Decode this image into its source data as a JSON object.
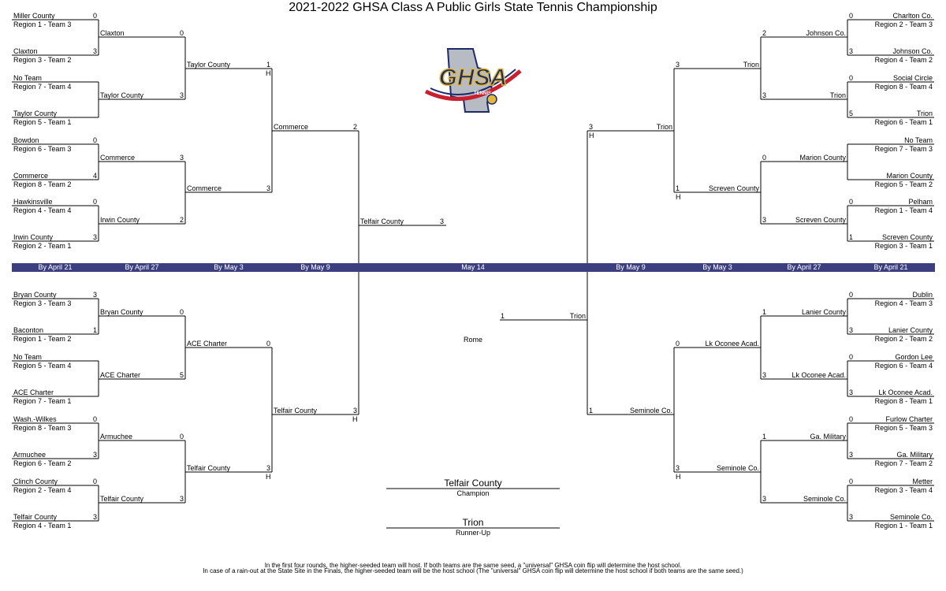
{
  "title": "2021-2022 GHSA Class A Public Girls State Tennis Championship",
  "logo": {
    "text": "GHSA",
    "subtext": "TENNIS",
    "colors": {
      "navy": "#1d2b6b",
      "red": "#c8202f",
      "gold": "#e0b83a",
      "silver": "#b7bcc4"
    }
  },
  "rounds": [
    "By April 21",
    "By April 27",
    "By May 3",
    "By May 9",
    "May 14",
    "By May 9",
    "By May 3",
    "By April 27",
    "By April 21"
  ],
  "band_color": "#3b3f80",
  "left_top": {
    "r1": [
      {
        "team": "Miller County",
        "seed": "Region 1 - Team 3",
        "score": "0"
      },
      {
        "team": "Claxton",
        "seed": "Region 3 - Team 2",
        "score": "3"
      },
      {
        "team": "No Team",
        "seed": "Region 7 - Team 4",
        "score": ""
      },
      {
        "team": "Taylor County",
        "seed": "Region 5 - Team 1",
        "score": ""
      },
      {
        "team": "Bowdon",
        "seed": "Region 6 - Team 3",
        "score": "0"
      },
      {
        "team": "Commerce",
        "seed": "Region 8 - Team 2",
        "score": "4"
      },
      {
        "team": "Hawkinsville",
        "seed": "Region 4 - Team 4",
        "score": "0"
      },
      {
        "team": "Irwin County",
        "seed": "Region 2 - Team 1",
        "score": "3"
      }
    ],
    "r2": [
      {
        "team": "Claxton",
        "score": "0"
      },
      {
        "team": "Taylor County",
        "score": "3"
      },
      {
        "team": "Commerce",
        "score": "3"
      },
      {
        "team": "Irwin County",
        "score": "2"
      }
    ],
    "r3": [
      {
        "team": "Taylor County",
        "score": "1",
        "host": "H"
      },
      {
        "team": "Commerce",
        "score": "3",
        "host": ""
      }
    ],
    "r4": {
      "team": "Commerce",
      "score": "2",
      "host": ""
    }
  },
  "left_bottom": {
    "r1": [
      {
        "team": "Bryan County",
        "seed": "Region 3 - Team 3",
        "score": "3"
      },
      {
        "team": "Baconton",
        "seed": "Region 1 - Team 2",
        "score": "1"
      },
      {
        "team": "No Team",
        "seed": "Region 5 - Team 4",
        "score": ""
      },
      {
        "team": "ACE Charter",
        "seed": "Region 7 - Team 1",
        "score": ""
      },
      {
        "team": "Wash.-Wilkes",
        "seed": "Region 8 - Team 3",
        "score": "0"
      },
      {
        "team": "Armuchee",
        "seed": "Region 6 - Team 2",
        "score": "3"
      },
      {
        "team": "Clinch  County",
        "seed": "Region 2 - Team 4",
        "score": "0"
      },
      {
        "team": "Telfair County",
        "seed": "Region 4 - Team 1",
        "score": "3"
      }
    ],
    "r2": [
      {
        "team": "Bryan County",
        "score": "0"
      },
      {
        "team": "ACE Charter",
        "score": "5"
      },
      {
        "team": "Armuchee",
        "score": "0"
      },
      {
        "team": "Telfair County",
        "score": "3"
      }
    ],
    "r3": [
      {
        "team": "ACE Charter",
        "score": "0",
        "host": ""
      },
      {
        "team": "Telfair County",
        "score": "3",
        "host": "H"
      }
    ],
    "r4": {
      "team": "Telfair County",
      "score": "3",
      "host": "H"
    }
  },
  "right_top": {
    "r1": [
      {
        "team": "Charlton Co.",
        "seed": "Region 2 - Team 3",
        "score": "0"
      },
      {
        "team": "Johnson Co.",
        "seed": "Region 4 - Team 2",
        "score": "3"
      },
      {
        "team": "Social  Circle",
        "seed": "Region  8 - Team 4",
        "score": "0"
      },
      {
        "team": "Trion",
        "seed": "Region 6 - Team 1",
        "score": "5"
      },
      {
        "team": "No Team",
        "seed": "Region 7 - Team 3",
        "score": ""
      },
      {
        "team": "Marion County",
        "seed": "Region 5 - Team 2",
        "score": ""
      },
      {
        "team": "Pelham",
        "seed": "Region 1 - Team 4",
        "score": "0"
      },
      {
        "team": "Screven County",
        "seed": "Region 3 - Team 1",
        "score": "1"
      }
    ],
    "r2": [
      {
        "team": "Johnson Co.",
        "score": "2"
      },
      {
        "team": "Trion",
        "score": "3"
      },
      {
        "team": "Marion County",
        "score": "0"
      },
      {
        "team": "Screven County",
        "score": "3"
      }
    ],
    "r3": [
      {
        "team": "Trion",
        "score": "3",
        "host": ""
      },
      {
        "team": "Screven County",
        "score": "1",
        "host": "H"
      }
    ],
    "r4": {
      "team": "Trion",
      "score": "3",
      "host": "H"
    }
  },
  "right_bottom": {
    "r1": [
      {
        "team": "Dublin",
        "seed": "Region 4 - Team 3",
        "score": "0"
      },
      {
        "team": "Lanier County",
        "seed": "Region 2 - Team 2",
        "score": "3"
      },
      {
        "team": "Gordon Lee",
        "seed": "Region 6 - Team 4",
        "score": "0"
      },
      {
        "team": "Lk Oconee Acad.",
        "seed": "Region 8 - Team 1",
        "score": "3"
      },
      {
        "team": "Furlow Charter",
        "seed": "Region 5 - Team 3",
        "score": "0"
      },
      {
        "team": "Ga. Military",
        "seed": "Region 7 - Team 2",
        "score": "3"
      },
      {
        "team": "Metter",
        "seed": "Region 3 - Team 4",
        "score": "0"
      },
      {
        "team": "Seminole Co.",
        "seed": "Region 1 - Team 1",
        "score": "3"
      }
    ],
    "r2": [
      {
        "team": "Lanier County",
        "score": "1"
      },
      {
        "team": "Lk Oconee Acad.",
        "score": "3"
      },
      {
        "team": "Ga. Military",
        "score": "1"
      },
      {
        "team": "Seminole Co.",
        "score": "3"
      }
    ],
    "r3": [
      {
        "team": "Lk Oconee Acad.",
        "score": "0",
        "host": ""
      },
      {
        "team": "Seminole Co.",
        "score": "3",
        "host": "H"
      }
    ],
    "r4": {
      "team": "Seminole Co.",
      "score": "1",
      "host": ""
    }
  },
  "final": {
    "left": {
      "team": "Telfair County",
      "score": "3"
    },
    "right": {
      "team": "Trion",
      "score": "1"
    },
    "site": "Rome"
  },
  "champion": {
    "team": "Telfair County",
    "label": "Champion"
  },
  "runner_up": {
    "team": "Trion",
    "label": "Runner-Up"
  },
  "notes": [
    "In the first four rounds, the higher-seeded team will host.  If both teams are the same seed, a \"universal\" GHSA coin flip will determine the host school.",
    "In case of a rain-out at the State Site in the Finals, the higher-seeded team will be the host school (The \"universal\" GHSA coin flip will determine the host school if both teams are the same seed.)"
  ]
}
